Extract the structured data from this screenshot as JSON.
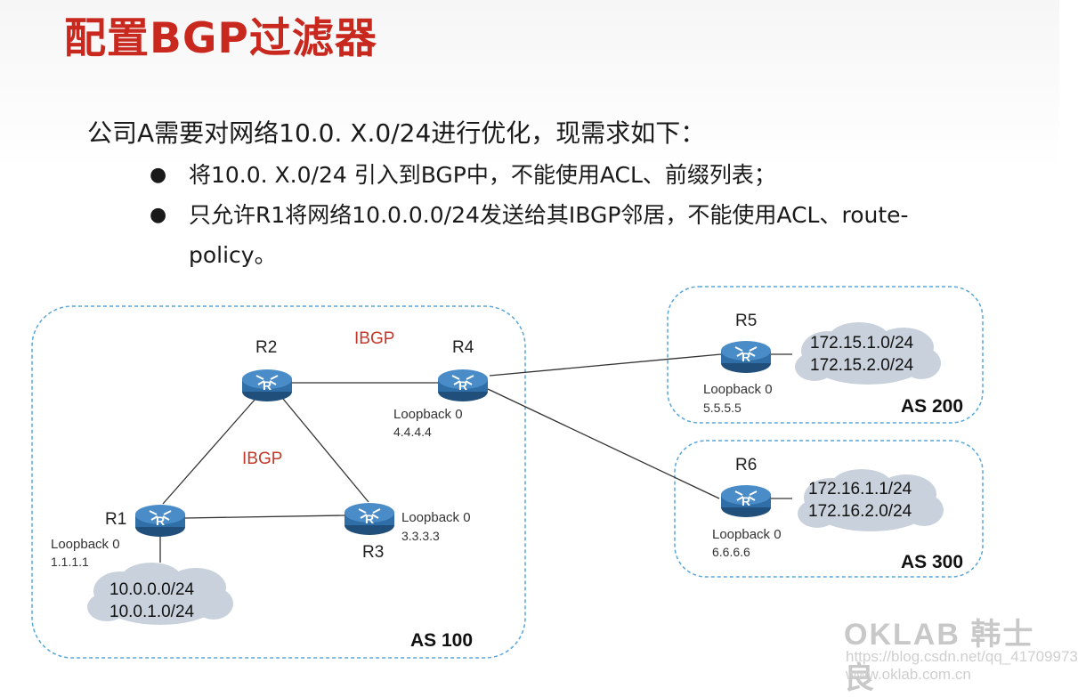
{
  "slide": {
    "title": "配置BGP过滤器",
    "intro": "公司A需要对网络10.0. X.0/24进行优化，现需求如下：",
    "requirements": [
      "将10.0. X.0/24 引入到BGP中，不能使用ACL、前缀列表；",
      "只允许R1将网络10.0.0.0/24发送给其IBGP邻居，不能使用ACL、route-policy。"
    ],
    "bullet": "●"
  },
  "diagram": {
    "as_areas": [
      {
        "label": "AS 100"
      },
      {
        "label": "AS 200"
      },
      {
        "label": "AS 300"
      }
    ],
    "routers": [
      {
        "id": "R1",
        "label": "R1",
        "loopback": "Loopback 0",
        "ip": "1.1.1.1"
      },
      {
        "id": "R2",
        "label": "R2"
      },
      {
        "id": "R3",
        "label": "R3",
        "loopback": "Loopback 0",
        "ip": "3.3.3.3"
      },
      {
        "id": "R4",
        "label": "R4",
        "loopback": "Loopback 0",
        "ip": "4.4.4.4"
      },
      {
        "id": "R5",
        "label": "R5",
        "loopback": "Loopback 0",
        "ip": "5.5.5.5"
      },
      {
        "id": "R6",
        "label": "R6",
        "loopback": "Loopback 0",
        "ip": "6.6.6.6"
      }
    ],
    "router_glyph": "R",
    "ibgp_labels": [
      "IBGP",
      "IBGP"
    ],
    "networks": [
      {
        "attached_to": "R1",
        "lines": [
          "10.0.0.0/24",
          "10.0.1.0/24"
        ]
      },
      {
        "attached_to": "R5",
        "lines": [
          "172.15.1.0/24",
          "172.15.2.0/24"
        ]
      },
      {
        "attached_to": "R6",
        "lines": [
          "172.16.1.1/24",
          "172.16.2.0/24"
        ]
      }
    ],
    "links": [
      [
        "R1",
        "R2"
      ],
      [
        "R1",
        "R3"
      ],
      [
        "R2",
        "R3"
      ],
      [
        "R2",
        "R4"
      ],
      [
        "R4",
        "R5"
      ],
      [
        "R4",
        "R6"
      ]
    ],
    "colors": {
      "as_border": "#5aa6d8",
      "ibgp_text": "#c0392b",
      "router_body": "#2f6ea6",
      "cloud": "#c9d2dc"
    }
  },
  "watermark": {
    "brand": "OKLAB 韩士良",
    "url": "https://blog.csdn.net/qq_41709973  www.oklab.com.cn"
  }
}
